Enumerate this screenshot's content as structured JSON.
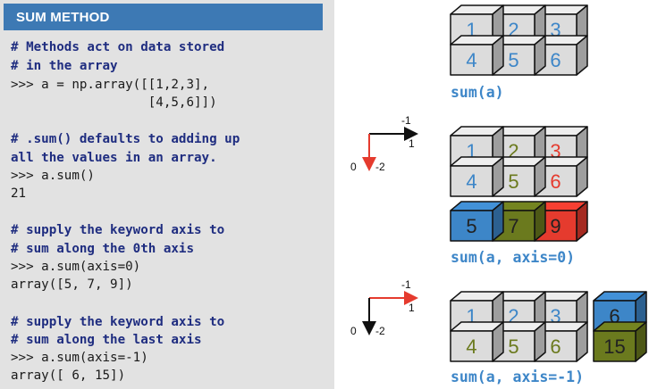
{
  "header": {
    "title": "SUM METHOD"
  },
  "code": {
    "lines": [
      {
        "text": "# Methods act on data stored",
        "type": "comment"
      },
      {
        "text": "# in the array",
        "type": "comment"
      },
      {
        "text": ">>> a = np.array([[1,2,3],",
        "type": "code"
      },
      {
        "text": "                  [4,5,6]])",
        "type": "code"
      },
      {
        "text": "# .sum() defaults to adding up",
        "type": "comment"
      },
      {
        "text": "all the values in an array.",
        "type": "comment"
      },
      {
        "text": ">>> a.sum()",
        "type": "code"
      },
      {
        "text": "21",
        "type": "code"
      },
      {
        "text": "# supply the keyword axis to",
        "type": "comment"
      },
      {
        "text": "# sum along the 0th axis",
        "type": "comment"
      },
      {
        "text": ">>> a.sum(axis=0)",
        "type": "code"
      },
      {
        "text": "array([5, 7, 9])",
        "type": "code"
      },
      {
        "text": "# supply the keyword axis to",
        "type": "comment"
      },
      {
        "text": "# sum along the last axis",
        "type": "comment"
      },
      {
        "text": ">>> a.sum(axis=-1)",
        "type": "code"
      },
      {
        "text": "array([ 6, 15])",
        "type": "code"
      }
    ]
  },
  "diagrams": {
    "sum_all": {
      "caption": "sum(a)",
      "cells": [
        "1",
        "2",
        "3",
        "4",
        "5",
        "6"
      ]
    },
    "sum_axis0": {
      "caption": "sum(a, axis=0)",
      "cells": [
        "1",
        "2",
        "3",
        "4",
        "5",
        "6"
      ],
      "result": [
        "5",
        "7",
        "9"
      ],
      "axes": {
        "h": "-1",
        "h_alt": "1",
        "v": "-2",
        "v_alt": "0"
      }
    },
    "sum_axis_last": {
      "caption": "sum(a, axis=-1)",
      "cells": [
        "1",
        "2",
        "3",
        "4",
        "5",
        "6"
      ],
      "result": [
        "6",
        "15"
      ],
      "axes": {
        "h": "-1",
        "h_alt": "1",
        "v": "-2",
        "v_alt": "0"
      }
    }
  },
  "colors": {
    "header_bg": "#3d79b4",
    "cube_blue": "#3d86c8",
    "cube_green": "#6b7a1e",
    "cube_red": "#e53b2e",
    "arrow_red": "#e53b2e"
  }
}
